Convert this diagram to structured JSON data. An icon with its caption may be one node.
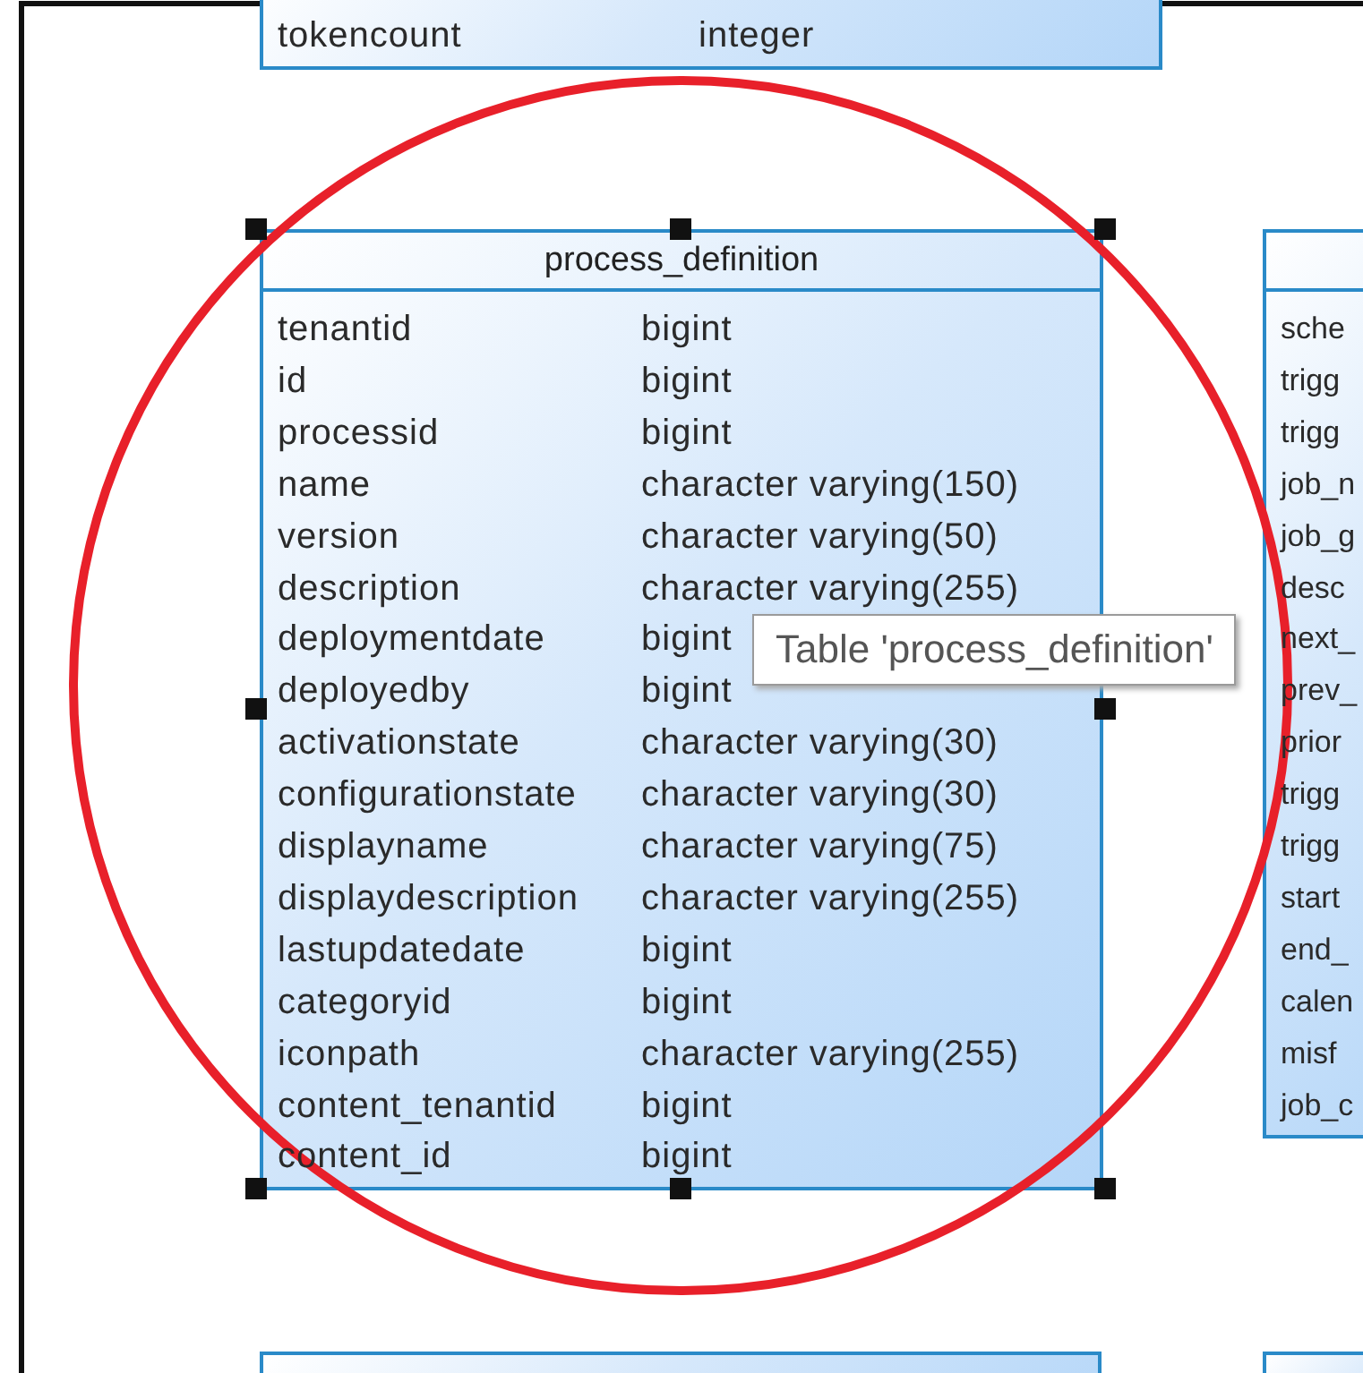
{
  "diagram": {
    "nodes": [
      {
        "text": [
          "tokencount",
          "integer"
        ]
      },
      {
        "text": [
          "process_definition",
          "tenantid",
          "bigint",
          "id",
          "bigint",
          "processid",
          "bigint",
          "name",
          "character varying(150)",
          "version",
          "character varying(50)",
          "description",
          "character varying(255)",
          "deploymentdate",
          "bigint",
          "deployedby",
          "bigint",
          "activationstate",
          "character varying(30)",
          "configurationstate",
          "character varying(30)",
          "displayname",
          "character varying(75)",
          "displaydescription",
          "character varying(255)",
          "lastupdatedate",
          "bigint",
          "categoryid",
          "bigint",
          "iconpath",
          "character varying(255)",
          "content_tenantid",
          "bigint",
          "content_id",
          "bigint"
        ]
      },
      {
        "text": [
          "sche",
          "trigg",
          "trigg",
          "job_n",
          "job_g",
          "desc",
          "next_",
          "prev_",
          "prior",
          "trigg",
          "trigg",
          "start",
          "end_",
          "calen",
          "misf",
          "job_c"
        ]
      },
      {
        "text": [
          "Table 'process_definition'"
        ]
      },
      {
        "text": [],
        "shape": "box"
      },
      {
        "text": [],
        "shape": "box"
      }
    ]
  }
}
